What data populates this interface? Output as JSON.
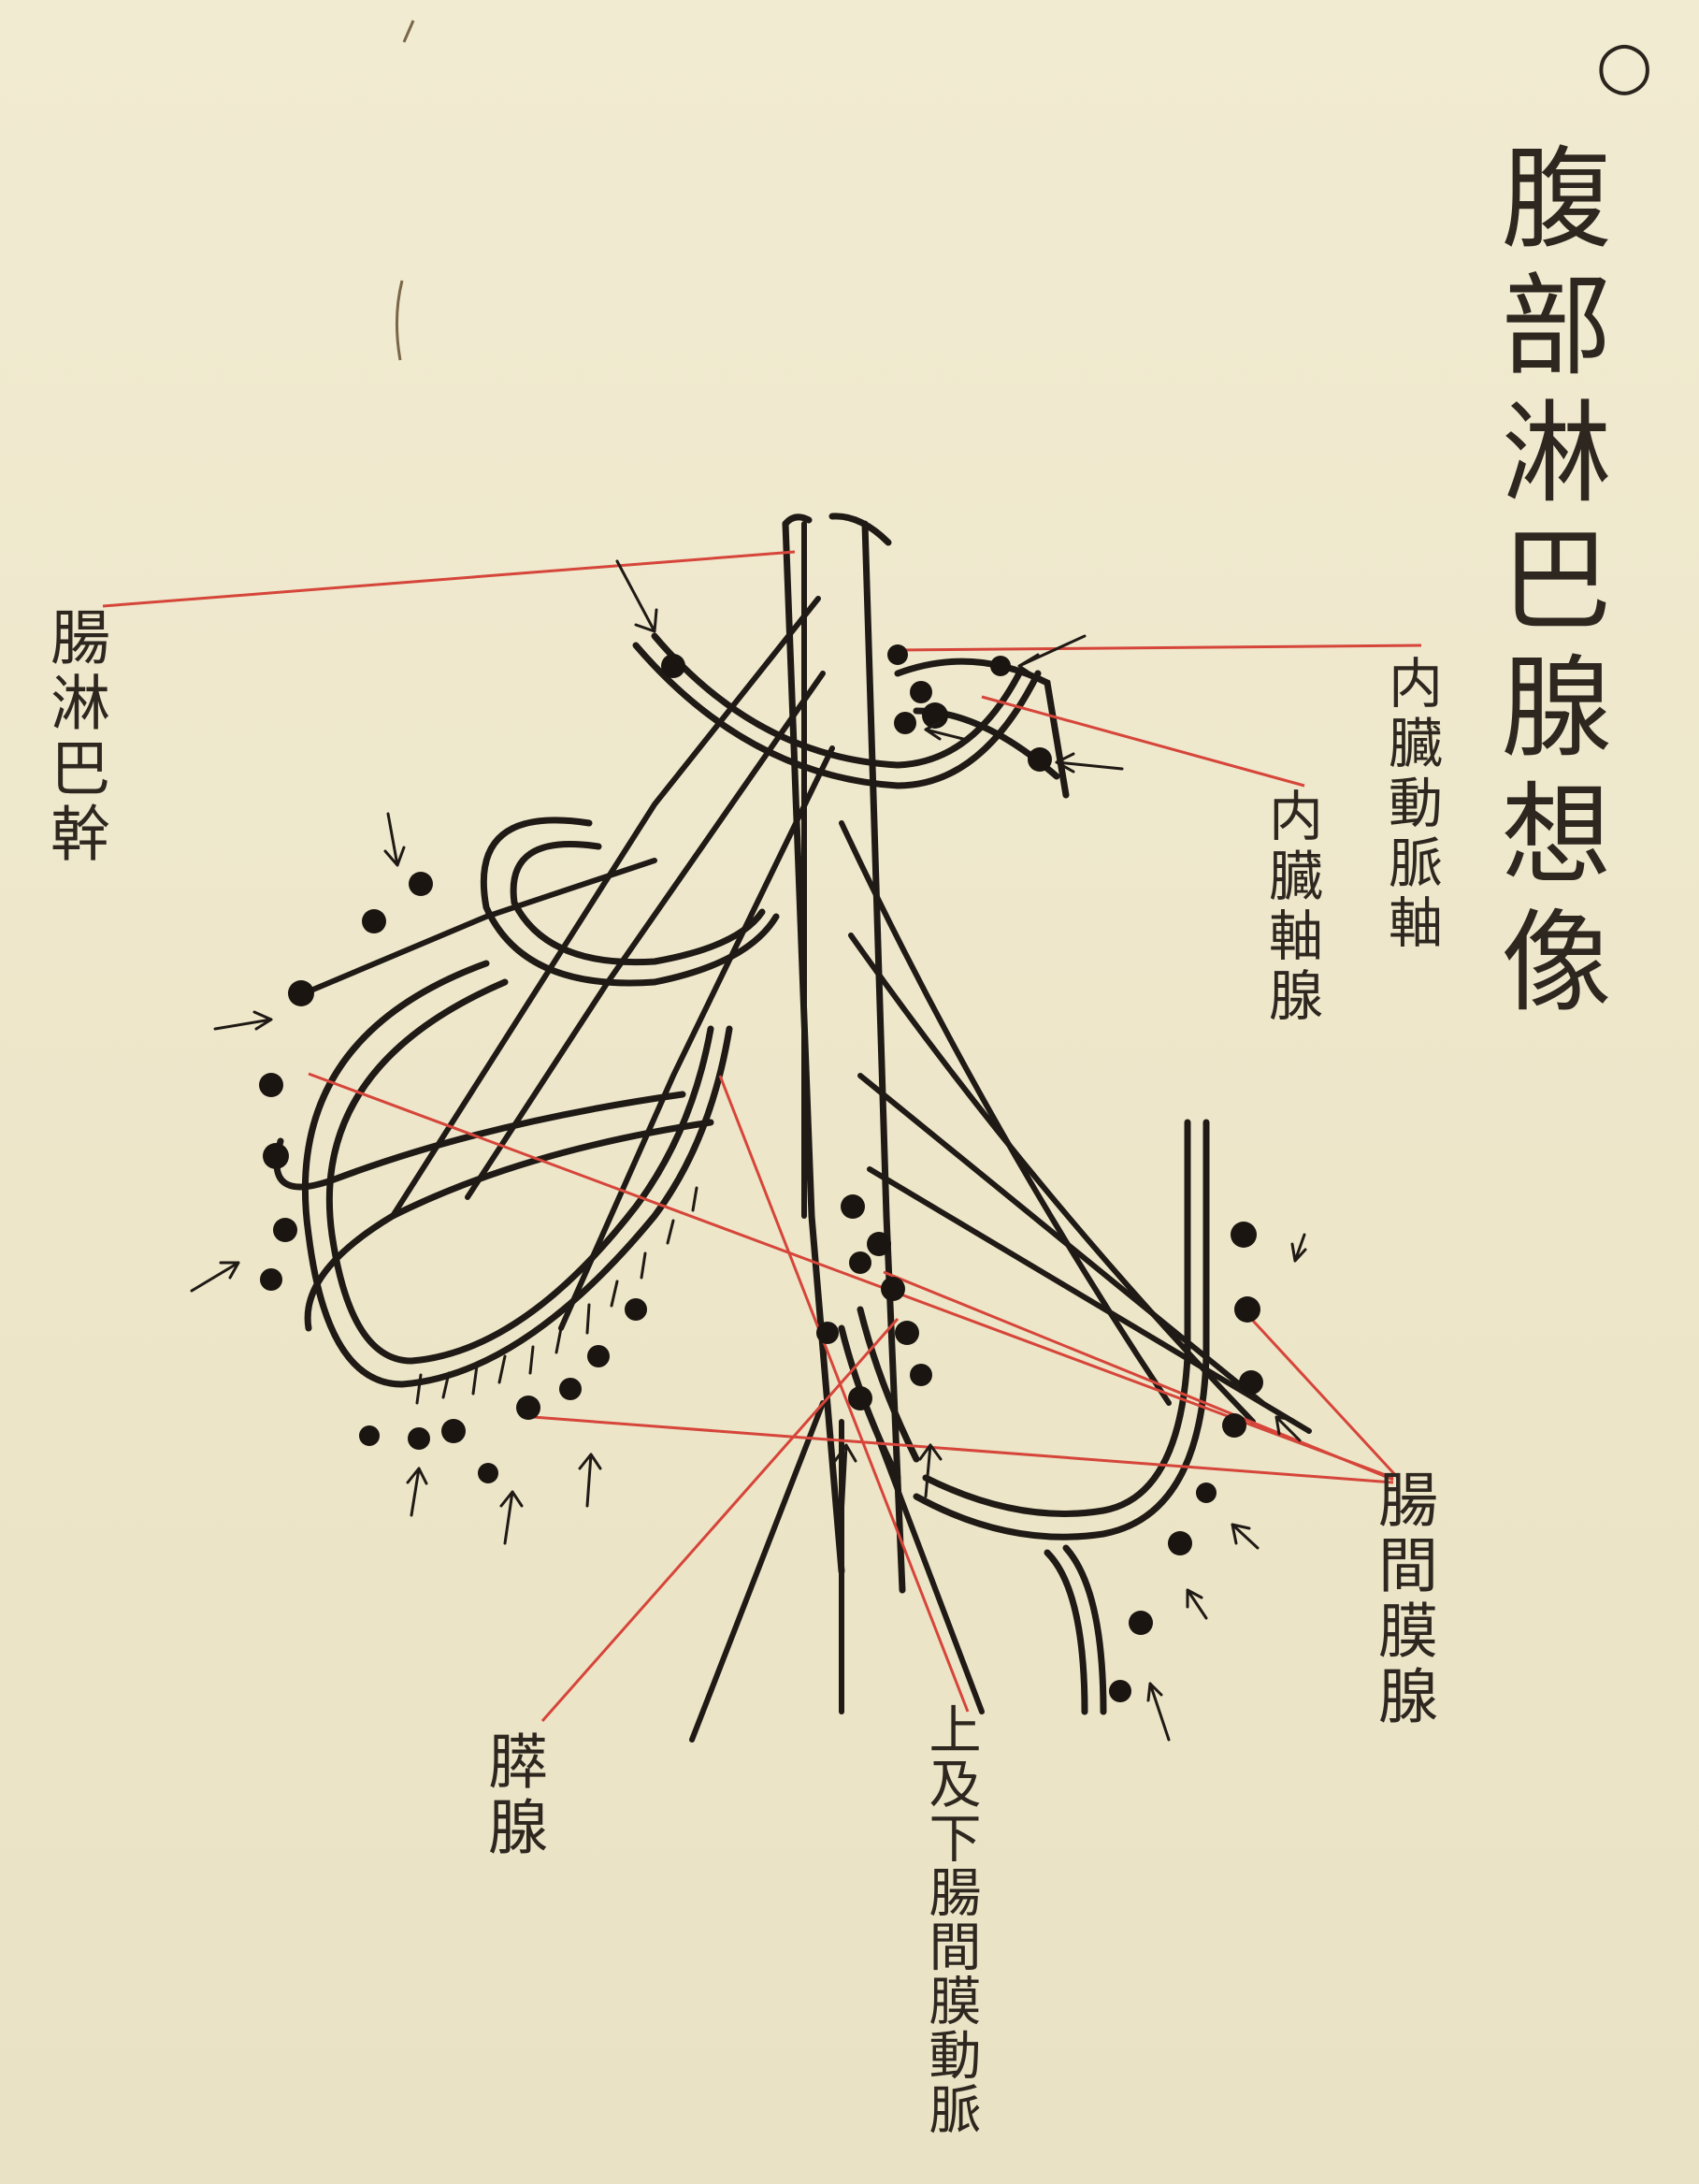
{
  "title_mark": "○",
  "title": "腹部淋巴腺想像",
  "labels": {
    "chyle_trunk": "腸淋巴幹",
    "celiac_artery_axis": "内臓動脈軸",
    "celiac_axis_gland": "内臓軸腺",
    "mesenteric_gland": "腸間膜腺",
    "pancreatic_gland": "膵腺",
    "sup_inf_mesenteric_artery": "上及下腸間膜動脈"
  },
  "colors": {
    "paper": "#efe9cf",
    "ink": "#1f1a15",
    "red_leader": "#d6453a"
  }
}
